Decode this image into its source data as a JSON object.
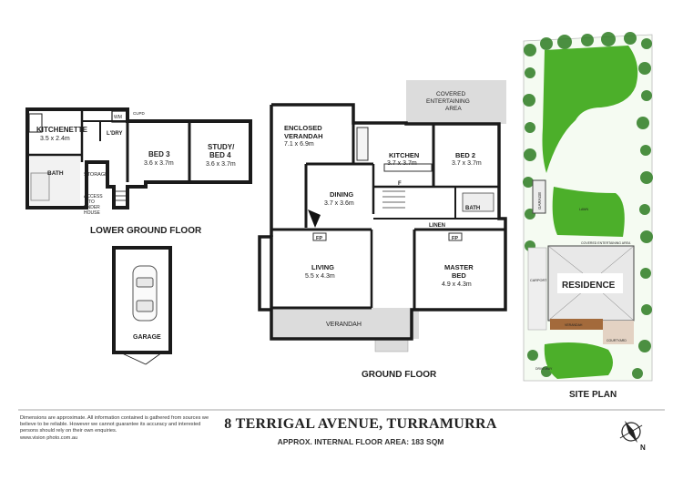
{
  "address": "8 TERRIGAL AVENUE, TURRAMURRA",
  "floor_area": "APPROX. INTERNAL FLOOR AREA: 183 SQM",
  "disclaimer": {
    "text": "Dimensions are approximate. All information contained is gathered from sources we believe to be reliable. However we cannot guarantee its accuracy and interested persons should rely on their own enquiries.",
    "website": "www.vision photo.com.au"
  },
  "section_titles": {
    "lower_ground": "LOWER GROUND FLOOR",
    "ground": "GROUND FLOOR",
    "site": "SITE PLAN"
  },
  "lower_ground_rooms": {
    "kitchenette": {
      "name": "KITCHENETTE",
      "dims": "3.5 x 2.4m"
    },
    "bath": {
      "name": "BATH"
    },
    "ldry": {
      "name": "L'DRY"
    },
    "wm": {
      "name": "WM"
    },
    "cupd": {
      "name": "CUPD"
    },
    "storage": {
      "name": "STORAGE"
    },
    "access": {
      "line1": "ACCESS",
      "line2": "TO",
      "line3": "UNDER",
      "line4": "HOUSE"
    },
    "bed3": {
      "name": "BED 3",
      "dims": "3.6 x 3.7m"
    },
    "study": {
      "name1": "STUDY/",
      "name2": "BED 4",
      "dims": "3.6 x 3.7m"
    }
  },
  "garage": {
    "name": "GARAGE"
  },
  "ground_rooms": {
    "covered_area": {
      "line1": "COVERED",
      "line2": "ENTERTAINING",
      "line3": "AREA"
    },
    "enclosed_verandah": {
      "line1": "ENCLOSED",
      "line2": "VERANDAH",
      "dims": "7.1 x 6.9m"
    },
    "kitchen": {
      "name": "KITCHEN",
      "dims": "3.7 x 3.7m"
    },
    "bed2": {
      "name": "BED 2",
      "dims": "3.7 x 3.7m"
    },
    "dining": {
      "name": "DINING",
      "dims": "3.7 x 3.6m"
    },
    "bath": {
      "name": "BATH"
    },
    "linen": {
      "name": "LINEN"
    },
    "fp1": "FP",
    "fp2": "FP",
    "f": "F",
    "living": {
      "name": "LIVING",
      "dims": "5.5 x 4.3m"
    },
    "master": {
      "line1": "MASTER",
      "line2": "BED",
      "dims": "4.9 x 4.3m"
    },
    "verandah": {
      "name": "VERANDAH"
    }
  },
  "site_plan": {
    "residence": "RESIDENCE",
    "garage": "GARAGE",
    "carport": "CARPORT",
    "covered_area": "COVERED ENTERTAINING AREA",
    "verandah": "VERANDAH",
    "courtyard": "COURTYARD",
    "driveway": "DRIVEWAY",
    "lawn": "LAWN"
  },
  "compass": {
    "label": "N"
  },
  "colors": {
    "wall": "#1a1a1a",
    "floor_gray": "#dcdcdc",
    "lawn": "#4caf2a",
    "tree_green": "#2e7d23",
    "paving": "#e3d2c3",
    "deck": "#a36a3b"
  }
}
